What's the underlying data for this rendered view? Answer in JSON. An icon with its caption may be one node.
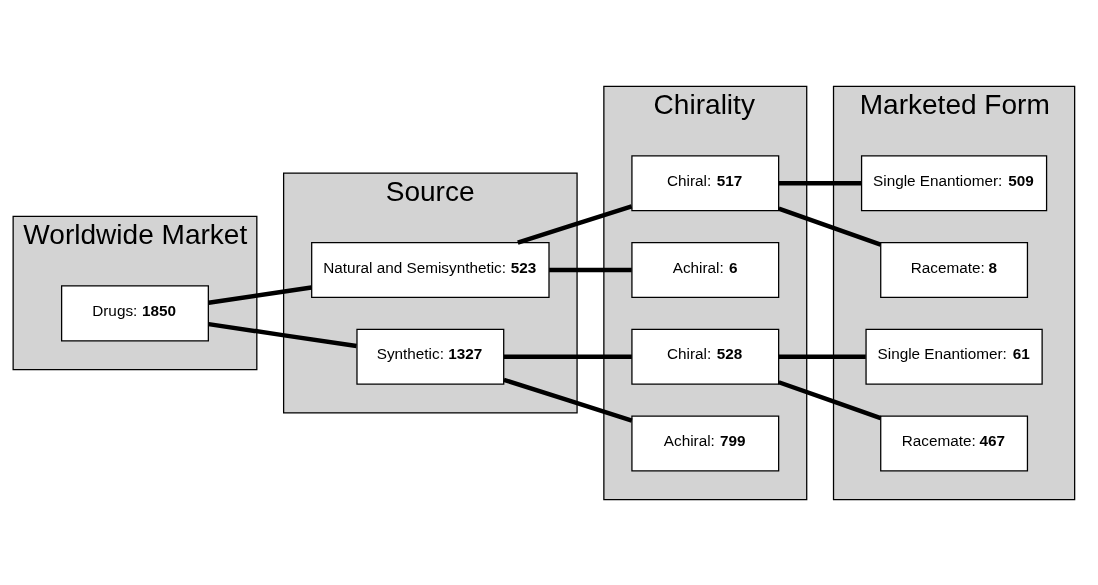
{
  "diagram": {
    "nodes": [
      {
        "text": [
          "Worldwide Market"
        ]
      },
      {
        "text": [
          "Source"
        ]
      },
      {
        "text": [
          "Chirality"
        ]
      },
      {
        "text": [
          "Marketed Form"
        ]
      },
      {
        "text": [
          "Drugs: **1850**"
        ],
        "in": 0
      },
      {
        "text": [
          "Natural and Semisynthetic: **523**"
        ],
        "in": 1
      },
      {
        "text": [
          "Synthetic: **1327**"
        ],
        "in": 1
      },
      {
        "text": [
          "Chiral: **517**"
        ],
        "in": 2
      },
      {
        "text": [
          "Achiral: **6**"
        ],
        "in": 2
      },
      {
        "text": [
          "Chiral: **528**"
        ],
        "in": 2
      },
      {
        "text": [
          "Achiral: **799**"
        ],
        "in": 2
      },
      {
        "text": [
          "Single Enantiomer: **509**"
        ],
        "in": 3
      },
      {
        "text": [
          "Racemate: **8**"
        ],
        "in": 3
      },
      {
        "text": [
          "Single Enantiomer: **61**"
        ],
        "in": 3
      },
      {
        "text": [
          "Racemate: **467**"
        ],
        "in": 3
      }
    ],
    "edges": [
      {
        "from": 4,
        "to": 5,
        "arrow": "none"
      },
      {
        "from": 4,
        "to": 6,
        "arrow": "none"
      },
      {
        "from": 5,
        "to": 7,
        "arrow": "none"
      },
      {
        "from": 5,
        "to": 8,
        "arrow": "none"
      },
      {
        "from": 6,
        "to": 9,
        "arrow": "none"
      },
      {
        "from": 6,
        "to": 10,
        "arrow": "none"
      },
      {
        "from": 7,
        "to": 11,
        "arrow": "none"
      },
      {
        "from": 7,
        "to": 12,
        "arrow": "none"
      },
      {
        "from": 9,
        "to": 13,
        "arrow": "none"
      },
      {
        "from": 9,
        "to": 14,
        "arrow": "none"
      }
    ]
  }
}
